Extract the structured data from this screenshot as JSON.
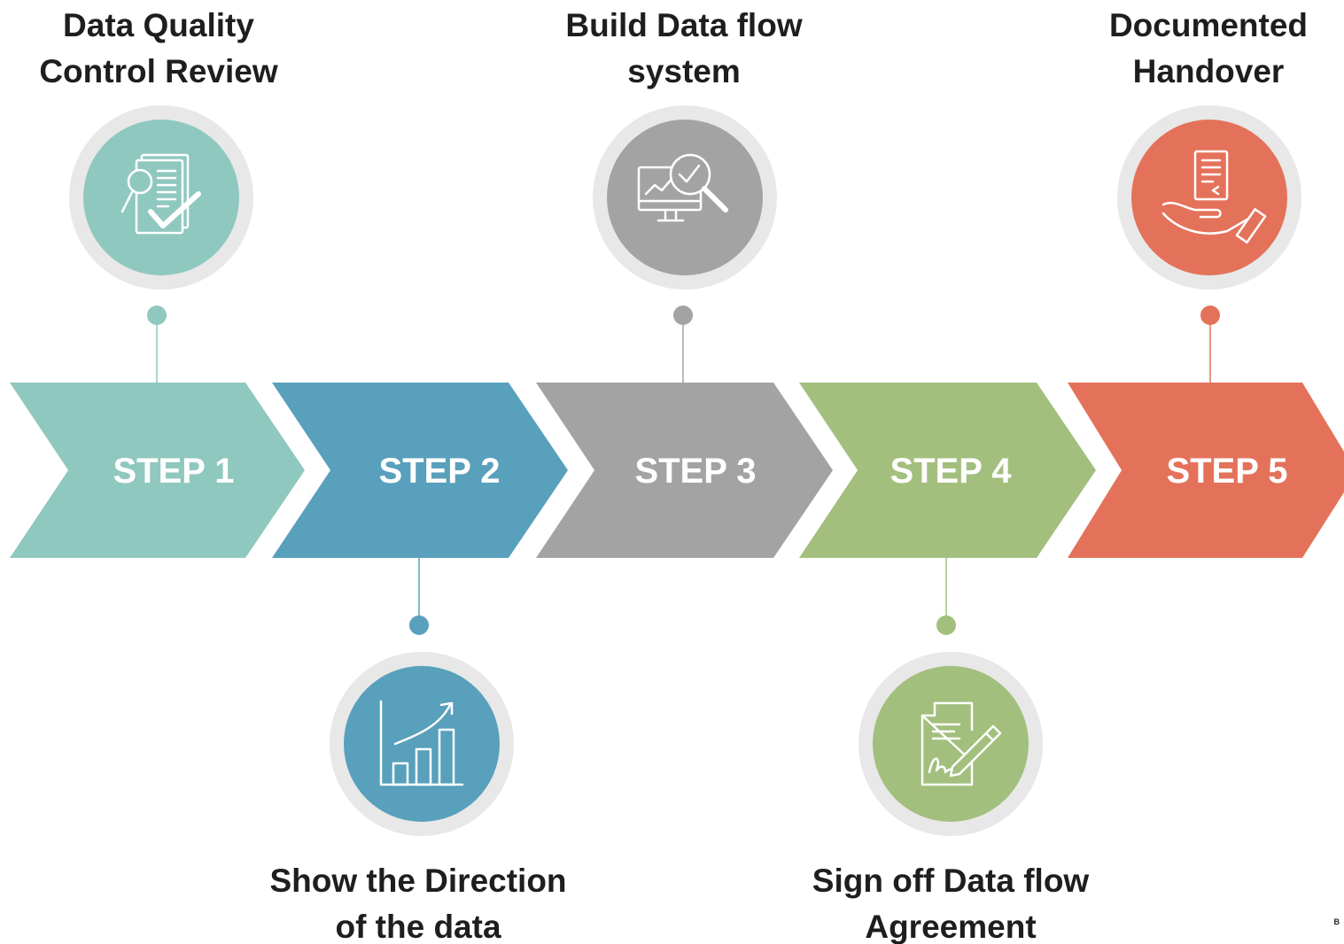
{
  "steps": [
    {
      "step_label": "STEP 1",
      "title_lines": [
        "Data Quality",
        "Control Review"
      ],
      "color": "#8fc8bf",
      "icon": "document-search-check-icon",
      "position": "top"
    },
    {
      "step_label": "STEP 2",
      "title_lines": [
        "Show the Direction",
        "of the data"
      ],
      "color": "#58a0bc",
      "icon": "bar-chart-growth-icon",
      "position": "bottom"
    },
    {
      "step_label": "STEP 3",
      "title_lines": [
        "Build Data flow",
        "system"
      ],
      "color": "#a2a3a2",
      "icon": "monitor-analytics-icon",
      "position": "top"
    },
    {
      "step_label": "STEP 4",
      "title_lines": [
        "Sign off Data flow",
        "Agreement"
      ],
      "color": "#a2bf7d",
      "icon": "contract-signature-icon",
      "position": "bottom"
    },
    {
      "step_label": "STEP 5",
      "title_lines": [
        "Documented",
        "Handover"
      ],
      "color": "#e4725a",
      "icon": "hand-document-icon",
      "position": "top"
    }
  ],
  "ring_color": "#e8e8e8",
  "brand_text": "B"
}
